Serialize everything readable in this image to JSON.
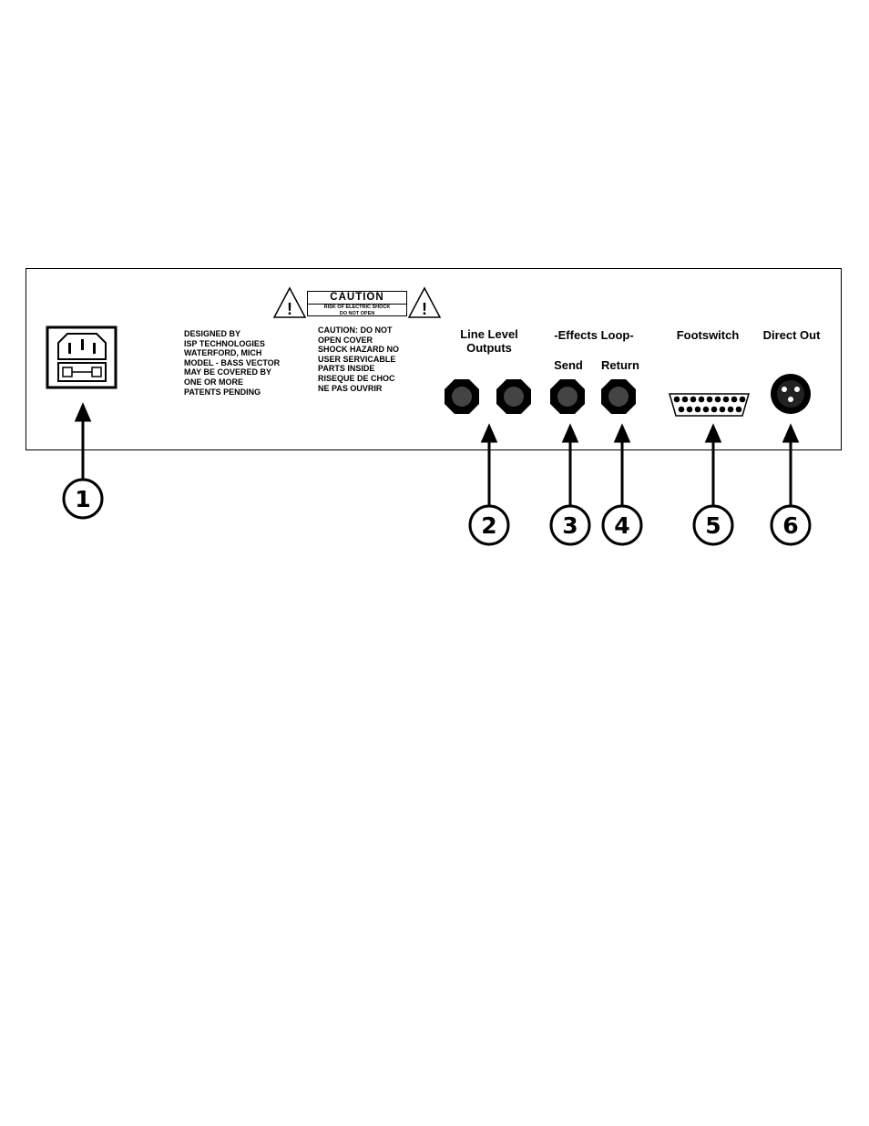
{
  "caution": {
    "title": "CAUTION",
    "line1": "RISK OF ELECTRIC SHOCK",
    "line2": "DO NOT OPEN",
    "text": "CAUTION: DO NOT\nOPEN COVER\nSHOCK HAZARD NO\nUSER SERVICABLE\nPARTS INSIDE\nRISEQUE DE CHOC\nNE PAS OUVRIR"
  },
  "designed": "DESIGNED BY\nISP TECHNOLOGIES\nWATERFORD, MICH\nMODEL - BASS VECTOR\nMAY BE COVERED BY\nONE OR MORE\nPATENTS PENDING",
  "labels": {
    "line_level": "Line Level",
    "outputs": "Outputs",
    "effects_loop": "-Effects Loop-",
    "send": "Send",
    "return": "Return",
    "footswitch": "Footswitch",
    "direct_out": "Direct Out"
  },
  "callouts": {
    "c1": "1",
    "c2": "2",
    "c3": "3",
    "c4": "4",
    "c5": "5",
    "c6": "6"
  }
}
